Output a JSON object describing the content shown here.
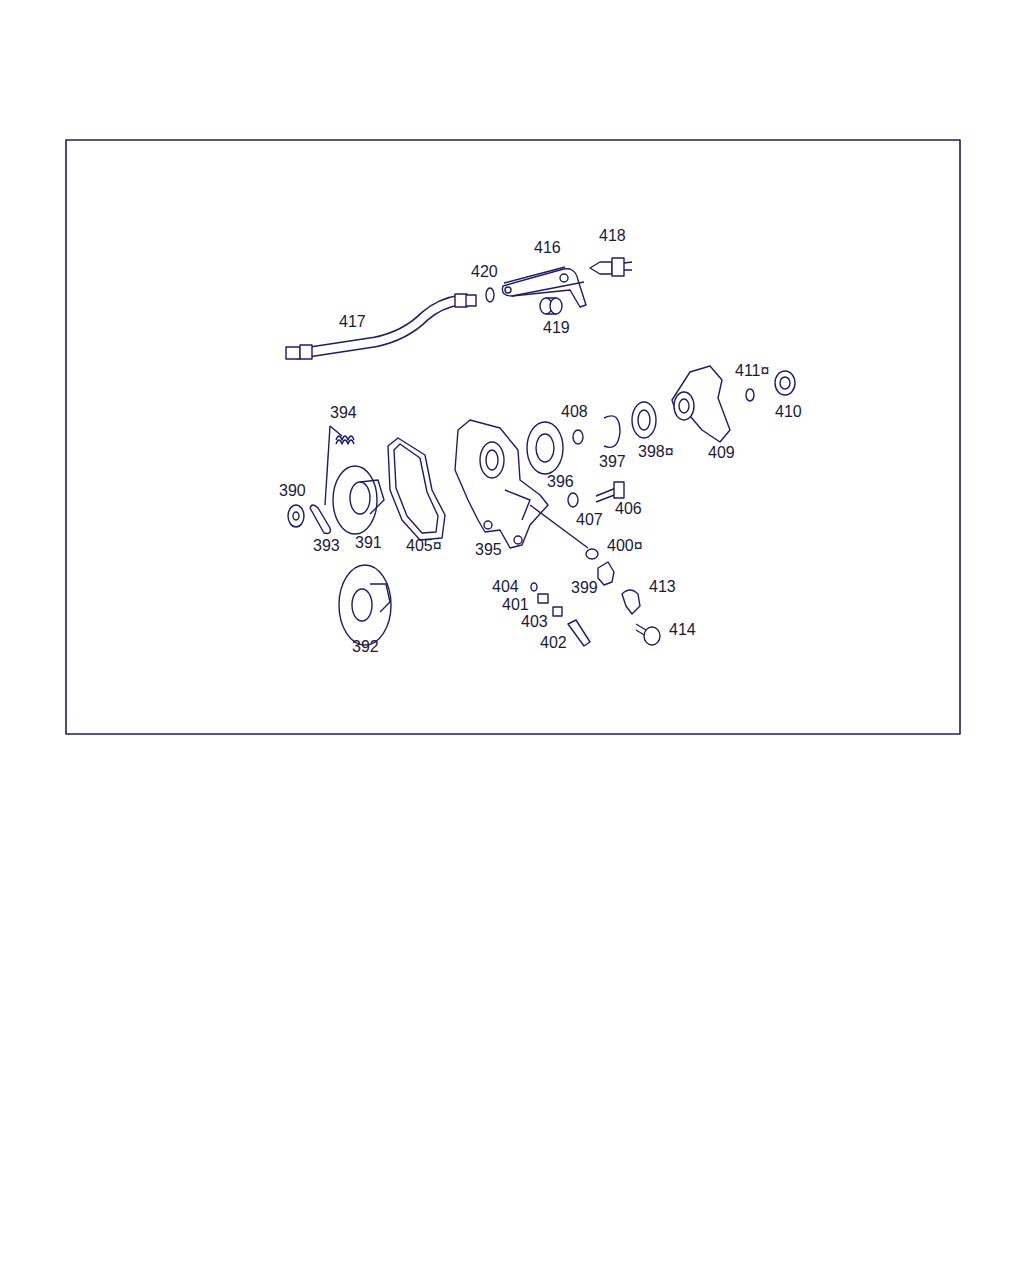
{
  "diagram": {
    "labels": [
      "417",
      "420",
      "416",
      "418",
      "419",
      "394",
      "390",
      "393",
      "391",
      "405¤",
      "395",
      "396",
      "408",
      "397",
      "398¤",
      "409",
      "411¤",
      "410",
      "407",
      "406",
      "400¤",
      "399",
      "404",
      "401",
      "403",
      "402",
      "413",
      "414",
      "392"
    ]
  }
}
